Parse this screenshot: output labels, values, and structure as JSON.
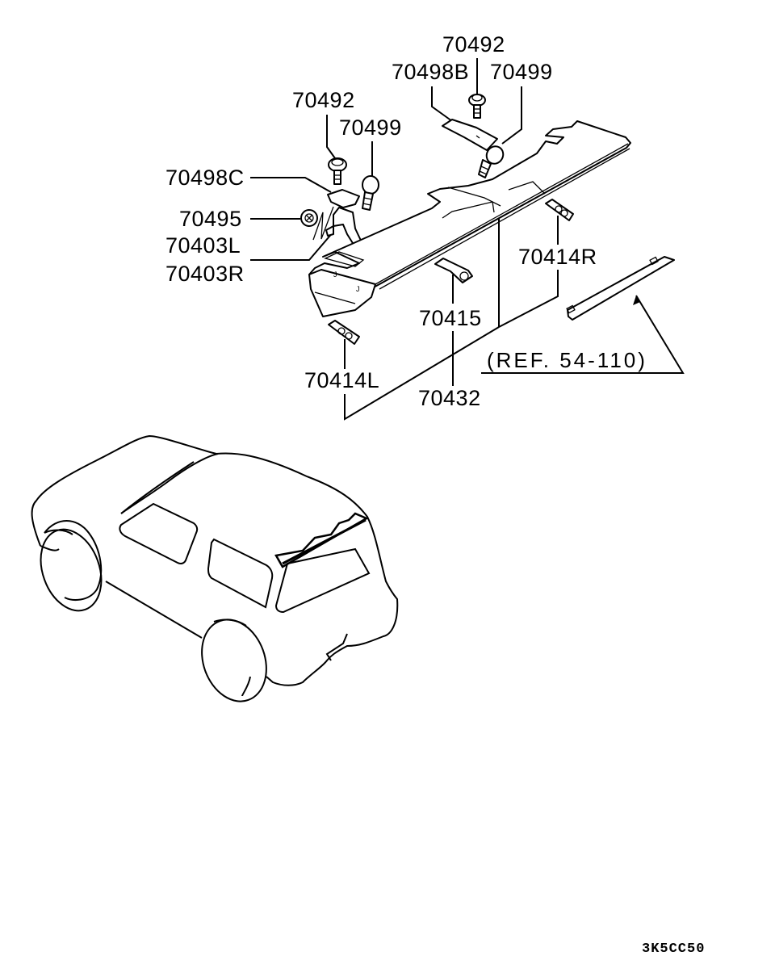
{
  "diagram": {
    "title": "Rear spoiler parts diagram",
    "labels": {
      "p70492_top": "70492",
      "p70498B": "70498B",
      "p70499_top": "70499",
      "p70492_left": "70492",
      "p70499_left": "70499",
      "p70498C": "70498C",
      "p70495": "70495",
      "p70403L": "70403L",
      "p70403R": "70403R",
      "p70414R": "70414R",
      "p70415": "70415",
      "p70414L": "70414L",
      "p70432": "70432",
      "reference": "(REF. 54-110)"
    },
    "drawing_code": "3K5CC50",
    "vehicle": "SUV rear three-quarter view with spoiler highlighted"
  }
}
